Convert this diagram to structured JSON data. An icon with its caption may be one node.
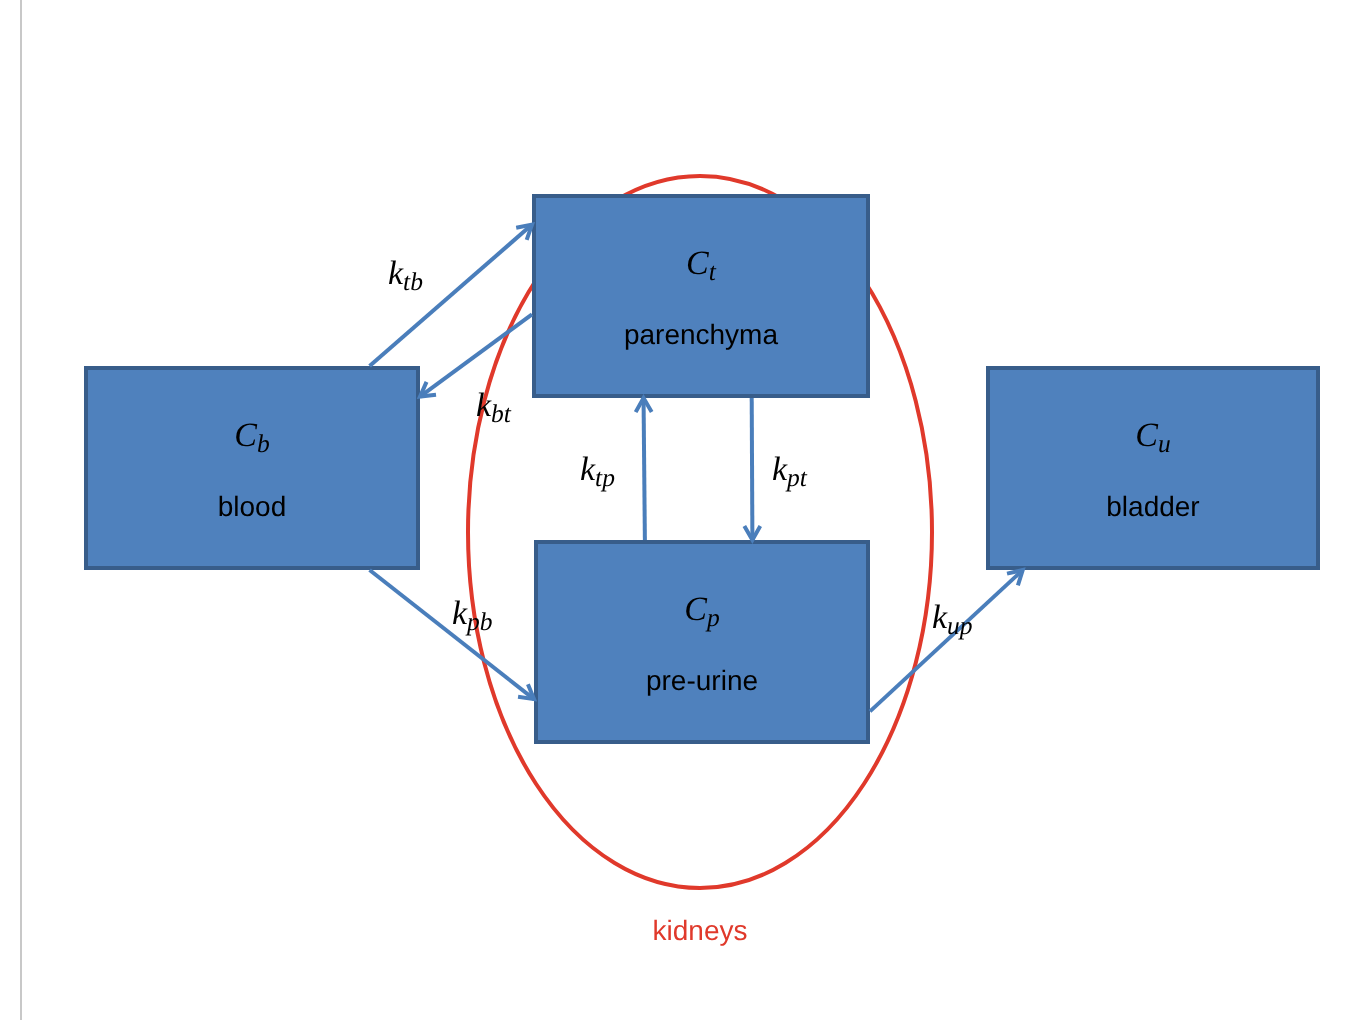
{
  "diagram": {
    "nodes": [
      {
        "text": [
          "kidneys"
        ]
      },
      {
        "text": [
          "C$_{b}$",
          "blood"
        ]
      },
      {
        "text": [
          "C$_{t}$",
          "parenchyma"
        ],
        "in": 0
      },
      {
        "text": [
          "C$_{p}$",
          "pre-urine"
        ],
        "in": 0
      },
      {
        "text": [
          "C$_{u}$",
          "bladder"
        ]
      }
    ],
    "edges": [
      {
        "from": 1,
        "to": 2,
        "arrow": "to",
        "label": "k$_{tb}$"
      },
      {
        "from": 2,
        "to": 1,
        "arrow": "to",
        "label": "k$_{bt}$"
      },
      {
        "from": 3,
        "to": 2,
        "arrow": "to",
        "label": "k$_{tp}$"
      },
      {
        "from": 2,
        "to": 3,
        "arrow": "to",
        "label": "k$_{pt}$"
      },
      {
        "from": 1,
        "to": 3,
        "arrow": "to",
        "label": "k$_{pb}$"
      },
      {
        "from": 3,
        "to": 4,
        "arrow": "to",
        "label": "k$_{up}$"
      }
    ]
  }
}
